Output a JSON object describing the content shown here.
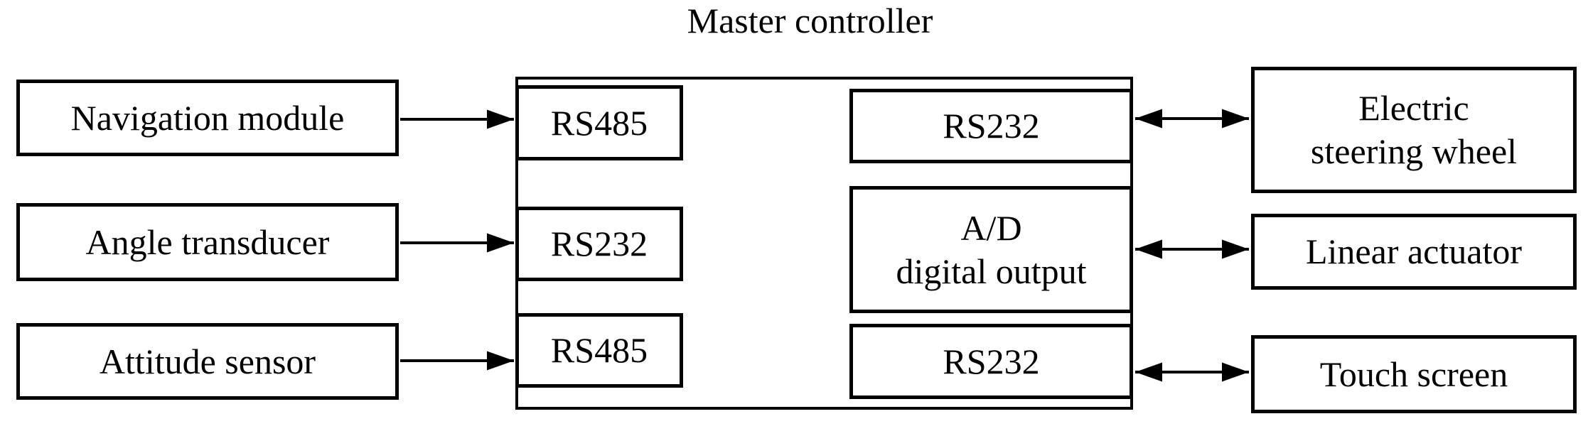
{
  "diagram": {
    "title": "Master controller",
    "colors": {
      "ink": "#000000",
      "background": "#ffffff"
    },
    "left_devices": [
      {
        "label": "Navigation module"
      },
      {
        "label": "Angle transducer"
      },
      {
        "label": "Attitude sensor"
      }
    ],
    "controller": {
      "left_ports": [
        {
          "label": "RS485"
        },
        {
          "label": "RS232"
        },
        {
          "label": "RS485"
        }
      ],
      "right_ports": [
        {
          "label": "RS232"
        },
        {
          "label": "A/D\ndigital output"
        },
        {
          "label": "RS232"
        }
      ]
    },
    "right_devices": [
      {
        "label": "Electric\nsteering wheel"
      },
      {
        "label": "Linear actuator"
      },
      {
        "label": "Touch screen"
      }
    ],
    "connections": [
      {
        "from": "Navigation module",
        "to": "RS485",
        "type": "one-way"
      },
      {
        "from": "Angle transducer",
        "to": "RS232",
        "type": "one-way"
      },
      {
        "from": "Attitude sensor",
        "to": "RS485",
        "type": "one-way"
      },
      {
        "from": "RS232",
        "to": "Electric steering wheel",
        "type": "two-way"
      },
      {
        "from": "A/D digital output",
        "to": "Linear actuator",
        "type": "two-way"
      },
      {
        "from": "RS232",
        "to": "Touch screen",
        "type": "two-way"
      }
    ]
  }
}
